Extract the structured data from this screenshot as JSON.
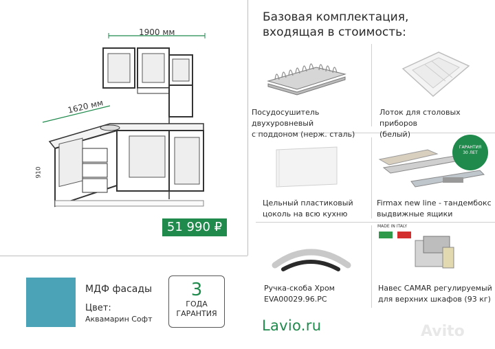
{
  "left": {
    "dimension_width": "1900 мм",
    "dimension_side": "1620 мм",
    "dimension_height": "910",
    "price": "51 990 ₽"
  },
  "right": {
    "title_line1": "Базовая комплектация,",
    "title_line2": "входящая в стоимость:",
    "items": [
      {
        "line1": "Посудосушитель двухуровневый",
        "line2": "с поддоном (нерж. сталь)"
      },
      {
        "line1": "Лоток для столовых приборов",
        "line2": "(белый)"
      },
      {
        "line1": "Цельный пластиковый",
        "line2": "цоколь на всю кухню"
      },
      {
        "line1": "Firmax new line - тандембокс",
        "line2": "выдвижные ящики"
      },
      {
        "line1": "Ручка-скоба Хром",
        "line2": "EVA00029.96.PC"
      },
      {
        "line1": "Навес CAMAR регулируемый",
        "line2": "для верхних шкафов (93 кг)"
      }
    ],
    "badge_line1": "ГАРАНТИЯ",
    "badge_line2": "30 ЛЕТ",
    "made_in": "MADE IN ITALY"
  },
  "bottom": {
    "mdf_title": "МДФ фасады",
    "color_label": "Цвет:",
    "color_value": "Аквамарин Софт",
    "swatch_color": "#4aa3b7",
    "warranty_number": "3",
    "warranty_line1": "ГОДА",
    "warranty_line2": "ГАРАНТИЯ",
    "brand": "Lavio.ru",
    "watermark": "Avito"
  },
  "colors": {
    "accent": "#1f8a4c"
  }
}
